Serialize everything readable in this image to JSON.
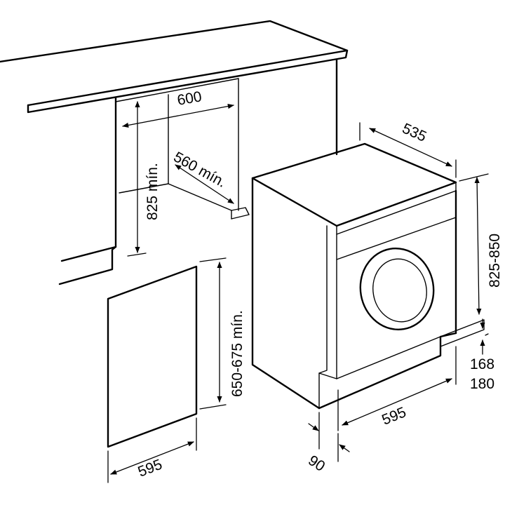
{
  "dimensions": {
    "niche_width": "600",
    "niche_depth": "560 mín.",
    "niche_height": "825 mín.",
    "machine_depth": "535",
    "machine_height": "825-850",
    "plinth_low": "168",
    "plinth_high": "180",
    "machine_width": "595",
    "door_height": "650-675 mín.",
    "door_width": "595",
    "plinth_offset": "90"
  },
  "colors": {
    "line": "#000000",
    "background": "#ffffff"
  }
}
